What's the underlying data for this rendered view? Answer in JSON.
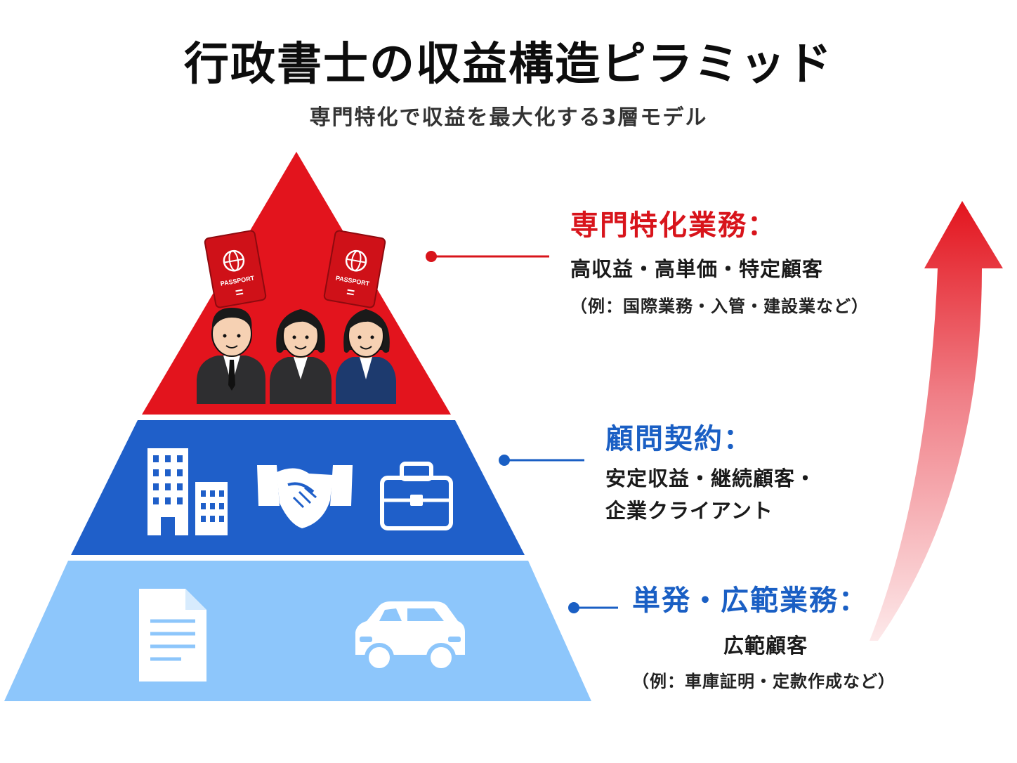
{
  "title": "行政書士の収益構造ピラミッド",
  "subtitle": "専門特化で収益を最大化する3層モデル",
  "tiers": [
    {
      "heading": "専門特化業務：",
      "description": "高収益・高単価・特定顧客",
      "example": "（例：国際業務・入管・建設業など）",
      "color": "#e3141d",
      "icons": [
        "passport-icon",
        "businessman-icon",
        "businesswoman-icon",
        "businesswoman-icon"
      ]
    },
    {
      "heading": "顧問契約：",
      "description_lines": [
        "安定収益・継続顧客・",
        "企業クライアント"
      ],
      "color": "#1f5fc9",
      "icons": [
        "buildings-icon",
        "handshake-icon",
        "briefcase-icon"
      ]
    },
    {
      "heading": "単発・広範業務：",
      "description": "広範顧客",
      "example": "（例：車庫証明・定款作成など）",
      "color": "#8dc6fb",
      "icons": [
        "document-icon",
        "car-icon"
      ]
    }
  ],
  "passport_text": "PASSPORT",
  "growth_arrow": {
    "color_top": "#e3141d",
    "color_bottom": "#fbe3e4"
  }
}
